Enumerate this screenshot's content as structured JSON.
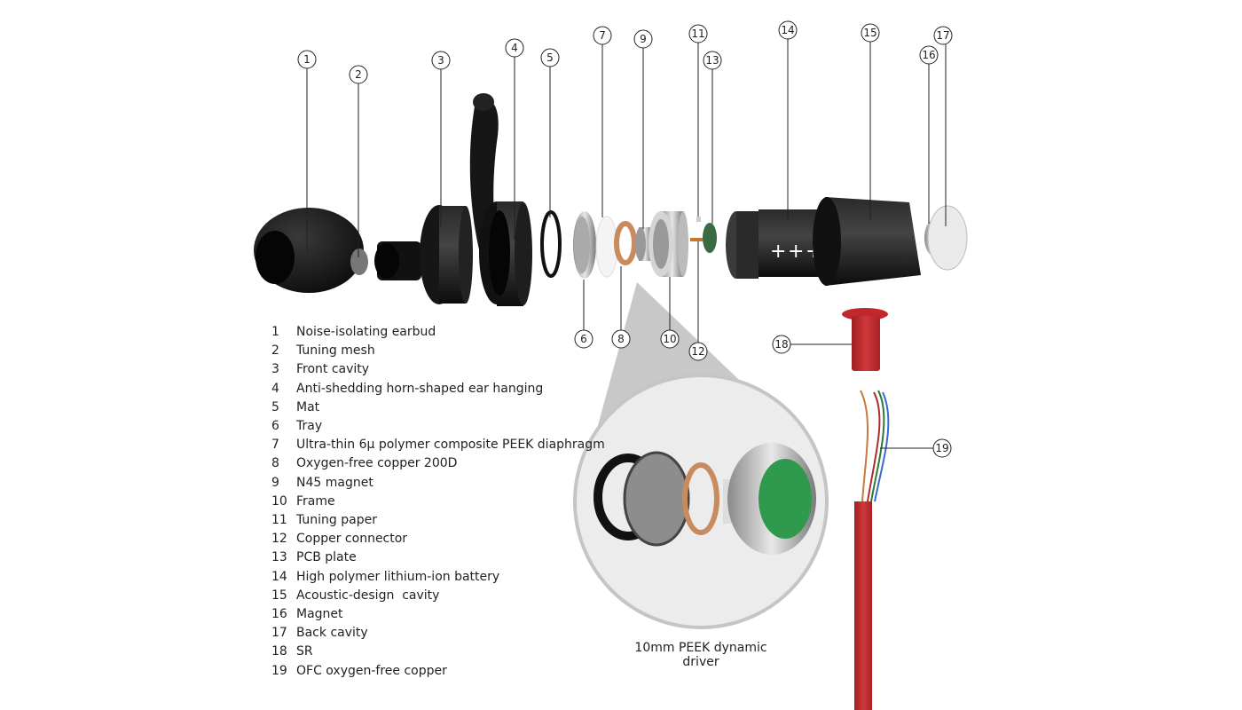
{
  "parts": [
    {
      "num": "1",
      "label": "Noise-isolating earbud"
    },
    {
      "num": "2",
      "label": "Tuning mesh"
    },
    {
      "num": "3",
      "label": "Front cavity"
    },
    {
      "num": "4",
      "label": "Anti-shedding horn-shaped ear hanging"
    },
    {
      "num": "5",
      "label": "Mat"
    },
    {
      "num": "6",
      "label": "Tray"
    },
    {
      "num": "7",
      "label": "Ultra-thin 6μ polymer composite PEEK diaphragm"
    },
    {
      "num": "8",
      "label": "Oxygen-free copper 200D"
    },
    {
      "num": "9",
      "label": "N45 magnet"
    },
    {
      "num": "10",
      "label": "Frame"
    },
    {
      "num": "11",
      "label": "Tuning paper"
    },
    {
      "num": "12",
      "label": "Copper connector"
    },
    {
      "num": "13",
      "label": "PCB plate"
    },
    {
      "num": "14",
      "label": "High polymer lithium-ion battery"
    },
    {
      "num": "15",
      "label": "Acoustic-design  cavity"
    },
    {
      "num": "16",
      "label": "Magnet"
    },
    {
      "num": "17",
      "label": "Back cavity"
    },
    {
      "num": "18",
      "label": "SR"
    },
    {
      "num": "19",
      "label": "OFC oxygen-free copper"
    }
  ],
  "callouts": [
    "1",
    "2",
    "3",
    "4",
    "5",
    "6",
    "7",
    "8",
    "9",
    "10",
    "11",
    "12",
    "13",
    "14",
    "15",
    "16",
    "17",
    "18",
    "19"
  ],
  "battery_marks": [
    "+",
    "+",
    "+"
  ],
  "driver_caption": "10mm PEEK dynamic driver",
  "colors": {
    "component_black": "#1a1a1a",
    "metal": "#b8b8b8",
    "copper": "#c98a5e",
    "pcb_green": "#2f9a4e",
    "cable_red": "#c0282b",
    "magnifier_bg": "#ececec",
    "magnifier_cone": "#c8c8c8"
  }
}
